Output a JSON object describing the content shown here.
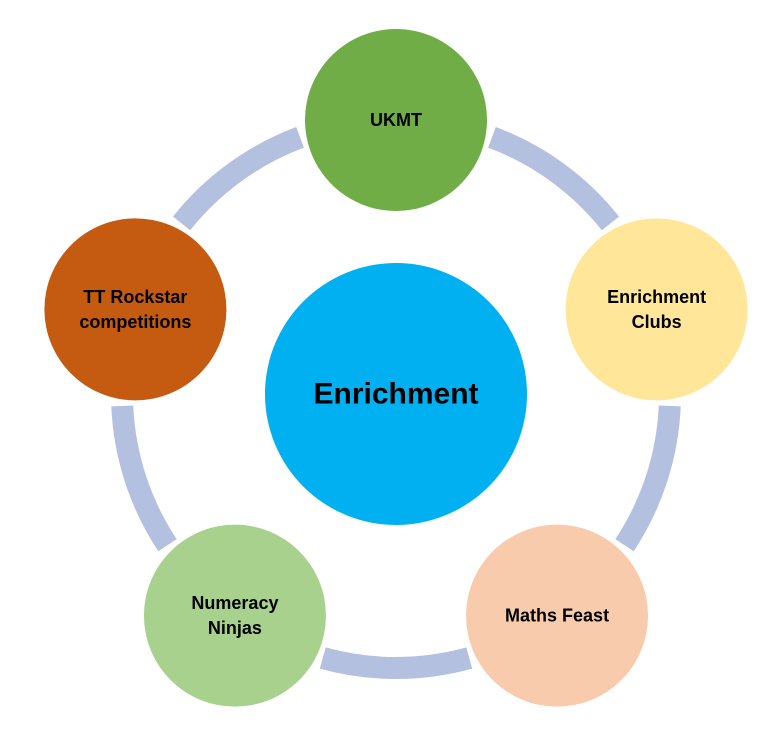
{
  "diagram": {
    "center": {
      "lines": [
        "Enrichment"
      ],
      "color": "#00b0f0"
    },
    "ring_color": "#b4c0e0",
    "nodes": [
      {
        "id": "ukmt",
        "lines": [
          "UKMT"
        ],
        "color": "#70ad47"
      },
      {
        "id": "enrichment-clubs",
        "lines": [
          "Enrichment",
          "Clubs"
        ],
        "color": "#ffe699"
      },
      {
        "id": "maths-feast",
        "lines": [
          "Maths Feast"
        ],
        "color": "#f8cbad"
      },
      {
        "id": "numeracy-ninjas",
        "lines": [
          "Numeracy",
          "Ninjas"
        ],
        "color": "#a9d18e"
      },
      {
        "id": "tt-rockstar",
        "lines": [
          "TT Rockstar",
          "competitions"
        ],
        "color": "#c55a11"
      }
    ]
  }
}
